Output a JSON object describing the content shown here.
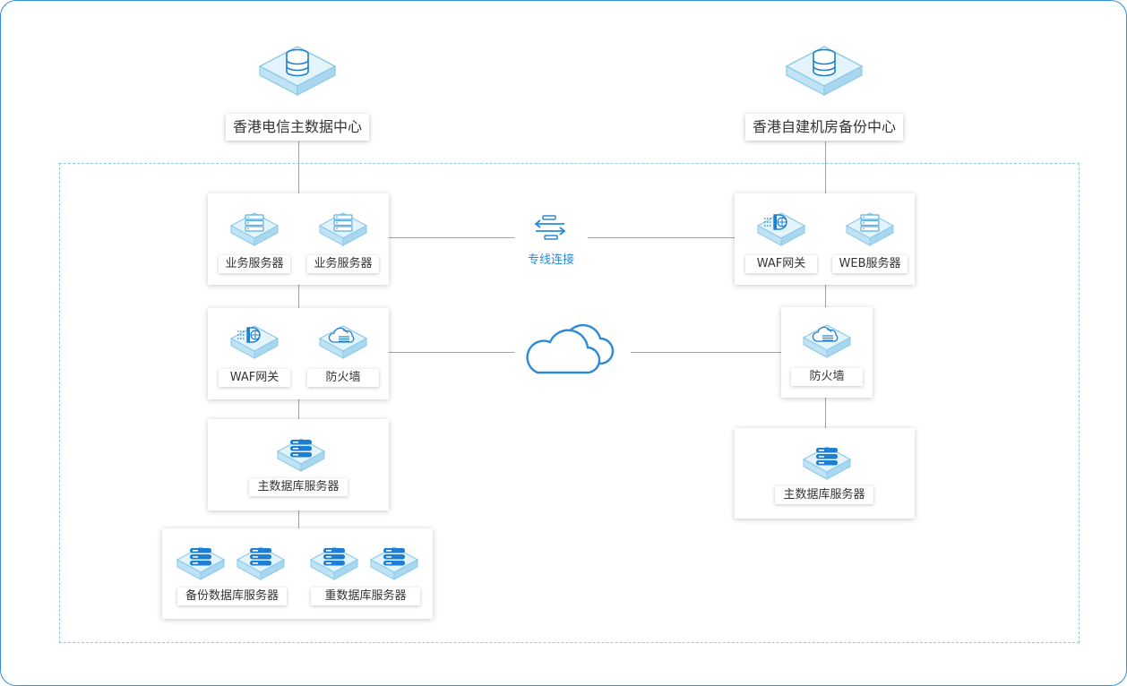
{
  "datacenters": {
    "primary": {
      "title": "香港电信主数据中心",
      "icon": "database-icon"
    },
    "backup": {
      "title": "香港自建机房备份中心",
      "icon": "database-icon"
    }
  },
  "primary": {
    "app_servers": [
      "业务服务器",
      "业务服务器"
    ],
    "gateway": "WAF网关",
    "firewall": "防火墙",
    "db_main": "主数据库服务器",
    "db_backup": "备份数据库服务器",
    "db_replica": "重数据库服务器"
  },
  "backup": {
    "gateway": "WAF网关",
    "web_server": "WEB服务器",
    "firewall": "防火墙",
    "db_main": "主数据库服务器"
  },
  "links": {
    "dedicated": "专线连接",
    "dedicated_icon": "transfer-arrows-icon",
    "internet_icon": "cloud-icon"
  },
  "colors": {
    "accent": "#2c8ad6",
    "icon_light": "#d6eefa",
    "icon_dark": "#1e7fd2",
    "dashed_border": "#8fcbe6",
    "frame_border": "#2f8fd3"
  }
}
